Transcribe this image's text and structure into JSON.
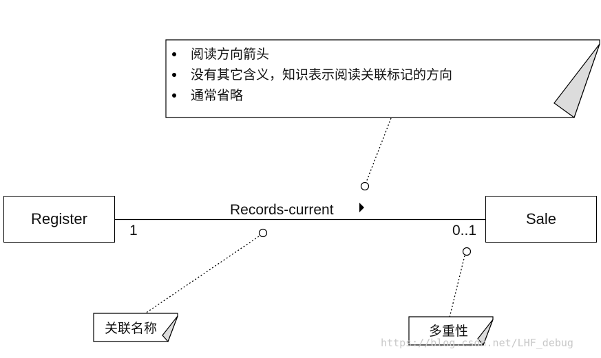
{
  "classes": {
    "left": "Register",
    "right": "Sale"
  },
  "association": {
    "name": "Records-current",
    "multiplicity_left": "1",
    "multiplicity_right": "0..1"
  },
  "notes": {
    "reading_direction": {
      "items": [
        "阅读方向箭头",
        "没有其它含义，知识表示阅读关联标记的方向",
        "通常省略"
      ]
    },
    "association_name": "关联名称",
    "multiplicity": "多重性"
  },
  "watermark": "https://blog.csdn.net/LHF_debug"
}
